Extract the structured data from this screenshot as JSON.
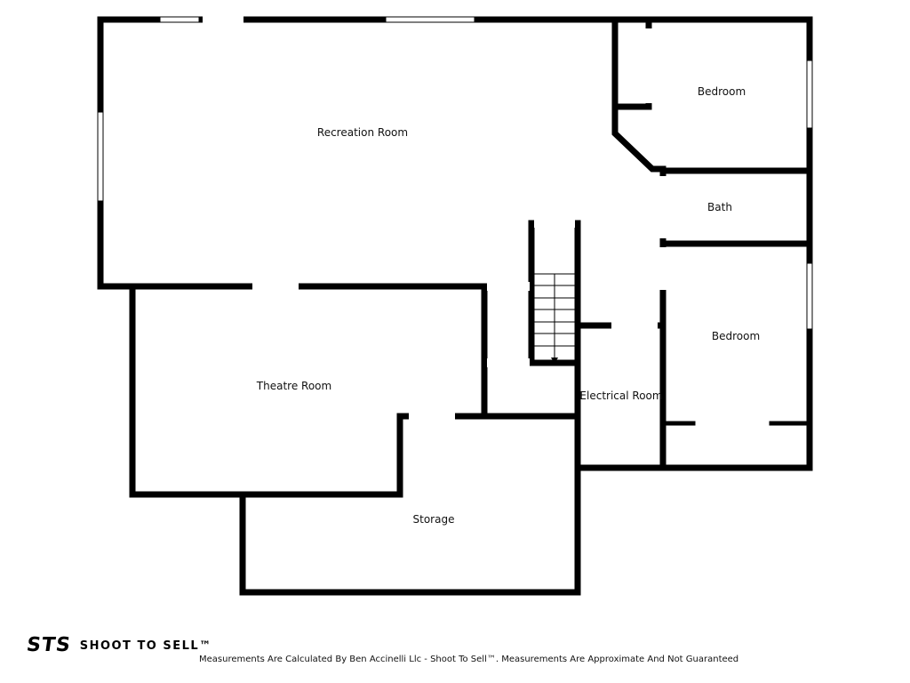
{
  "plan": {
    "rooms": [
      {
        "id": "recreation",
        "label": "Recreation Room"
      },
      {
        "id": "bedroom1",
        "label": "Bedroom"
      },
      {
        "id": "bath",
        "label": "Bath"
      },
      {
        "id": "bedroom2",
        "label": "Bedroom"
      },
      {
        "id": "theatre",
        "label": "Theatre Room"
      },
      {
        "id": "electrical",
        "label": "Electrical Room"
      },
      {
        "id": "storage",
        "label": "Storage"
      }
    ]
  },
  "footer": {
    "logo_text": "STS",
    "brand_name": "SHOOT TO SELL™",
    "disclaimer": "Measurements Are Calculated By Ben Accinelli Llc - Shoot To Sell™. Measurements Are Approximate And Not Guaranteed"
  }
}
